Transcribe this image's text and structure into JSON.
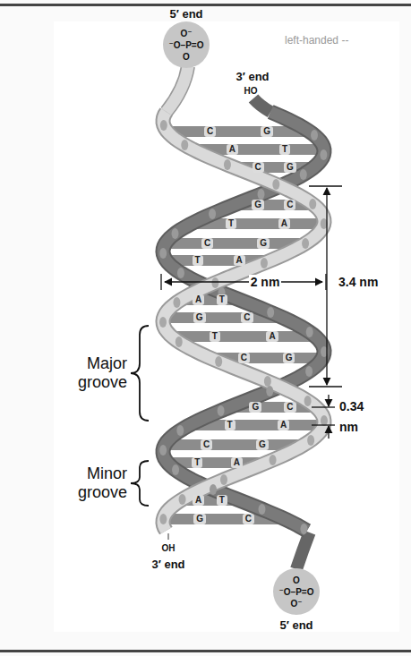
{
  "diagram": {
    "nodes": [
      {
        "text": [
          "O⁻",
          "⁻O–P=O",
          "O"
        ]
      },
      {
        "text": [
          "O",
          "⁻O–P=O",
          "O⁻"
        ]
      }
    ],
    "labels": [
      "left-handed --",
      "5′ end",
      "3′ end",
      "HO",
      "C",
      "G",
      "A",
      "T",
      "C",
      "G",
      "G",
      "C",
      "T",
      "A",
      "C",
      "G",
      "T",
      "A",
      "A",
      "T",
      "G",
      "C",
      "T",
      "A",
      "C",
      "G",
      "G",
      "C",
      "T",
      "A",
      "C",
      "G",
      "T",
      "A",
      "A",
      "T",
      "G",
      "C",
      "2 nm",
      "3.4 nm",
      "0.34",
      "nm",
      "Major groove",
      "Minor groove",
      "OH",
      "3′ end",
      "5′ end"
    ]
  }
}
